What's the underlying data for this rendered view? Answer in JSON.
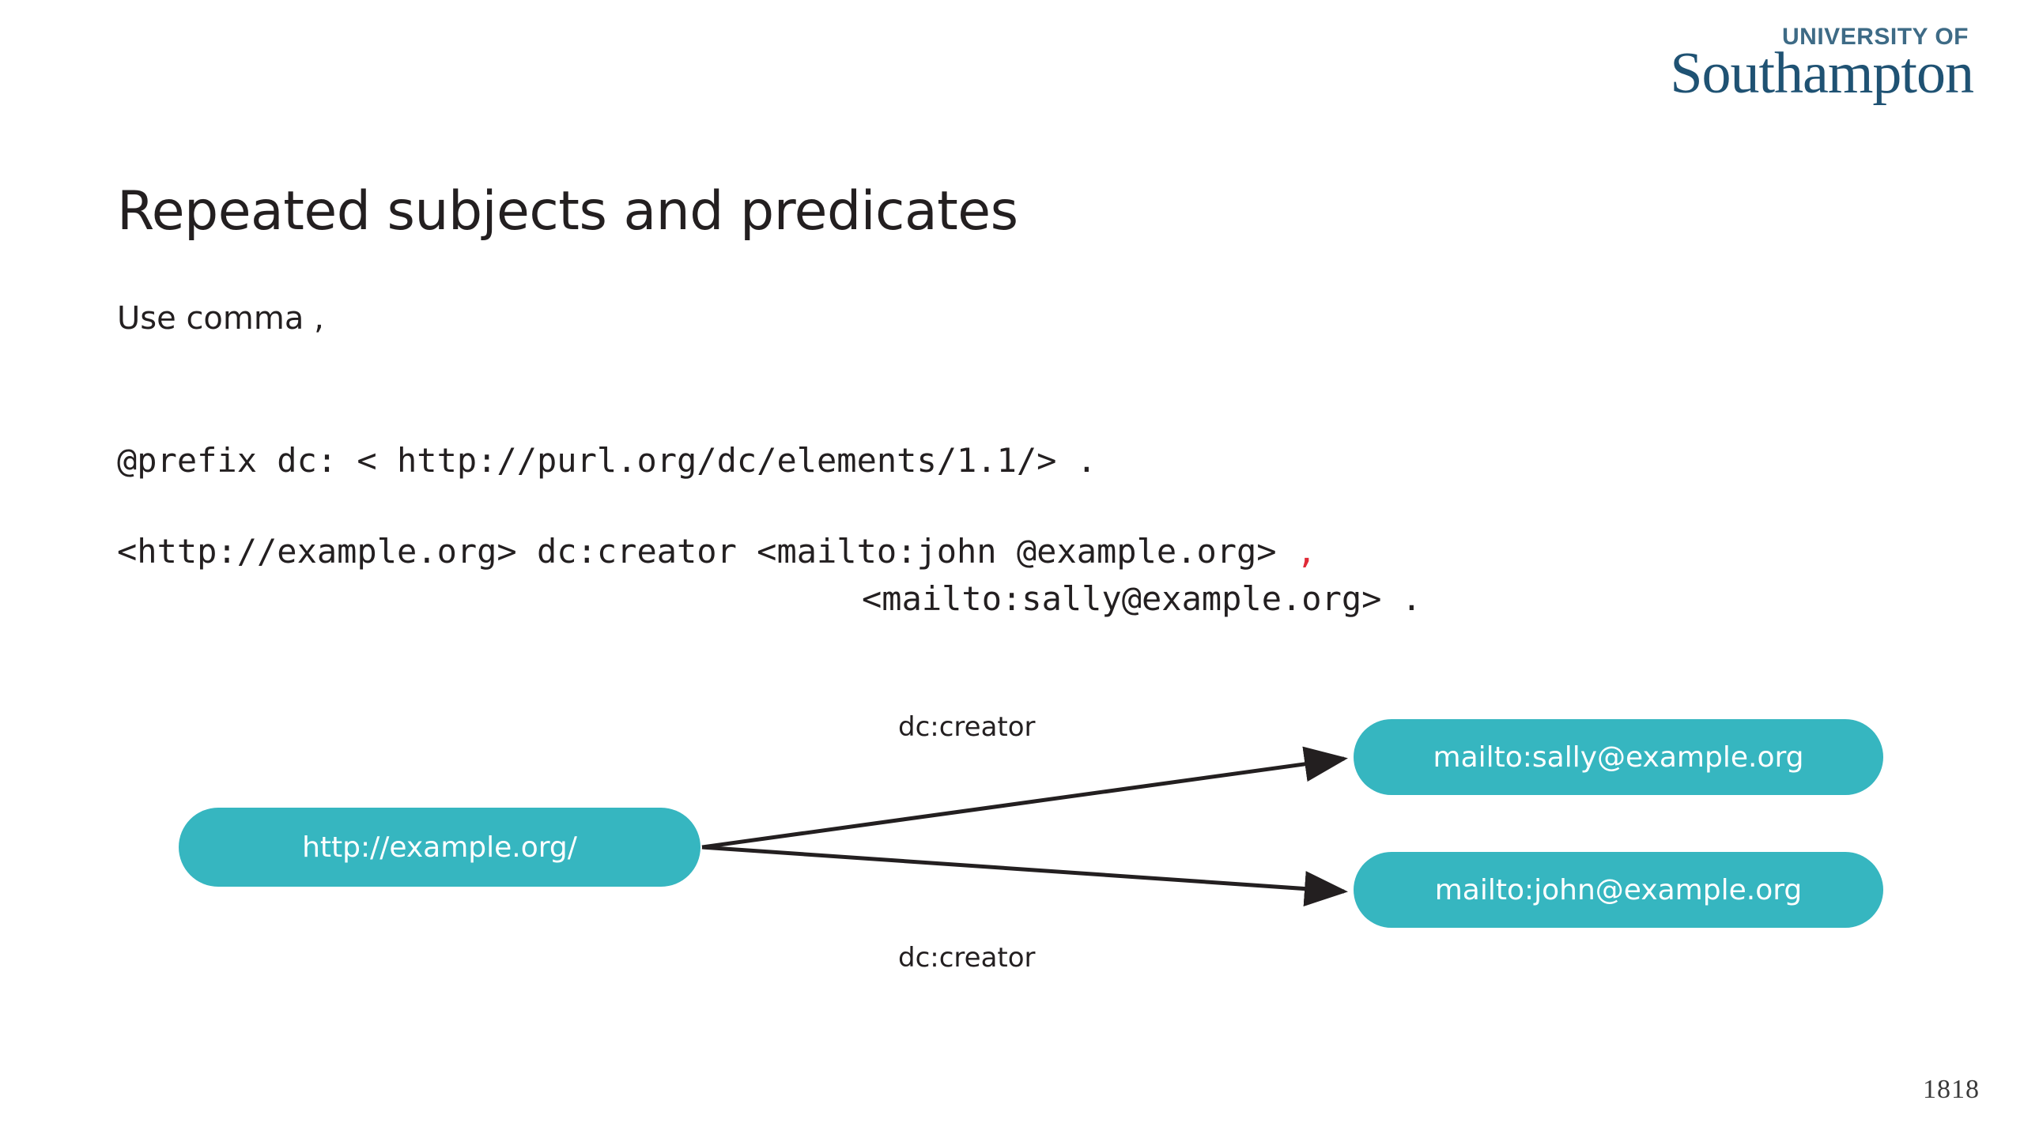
{
  "logo": {
    "top_line": "UNIVERSITY OF",
    "main_line": "Southampton",
    "color_main": "#1F5273",
    "color_top": "#3E6B86"
  },
  "slide": {
    "title": "Repeated subjects and predicates",
    "lead_text": "Use comma ,",
    "page_number": "1818"
  },
  "code": {
    "prefix_line": "@prefix dc: < http://purl.org/dc/elements/1.1/> .",
    "triple_line_1_main": "<http://example.org> dc:creator <mailto:john @example.org> ",
    "triple_line_1_comma": ",",
    "triple_line_2": "<mailto:sally@example.org> .",
    "comma_color": "#E02A37"
  },
  "diagram": {
    "node_color": "#36B6C0",
    "node_text_color": "#ffffff",
    "edge_color": "#231F20",
    "subject": "http://example.org/",
    "objects": [
      "mailto:sally@example.org",
      "mailto:john@example.org"
    ],
    "edge_labels": [
      "dc:creator",
      "dc:creator"
    ]
  }
}
